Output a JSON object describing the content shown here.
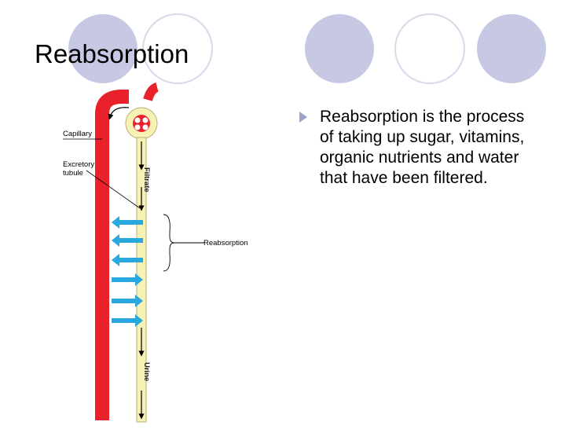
{
  "slide": {
    "title": "Reabsorption",
    "bullets": [
      "Reabsorption is the process of taking up sugar, vitamins, organic nutrients and water that have been filtered."
    ]
  },
  "diagram": {
    "labels": {
      "capillary": "Capillary",
      "excretory_line1": "Excretory",
      "excretory_line2": "tubule",
      "filtrate": "Filtrate",
      "urine": "Urine",
      "reabsorption": "Reabsorption"
    },
    "colors": {
      "capillary": "#e8212a",
      "tubule": "#f8f1b4",
      "arrow": "#29a8e0",
      "circle_fill": "#c7c9e4",
      "circle_outline": "#d8d9ea"
    }
  }
}
